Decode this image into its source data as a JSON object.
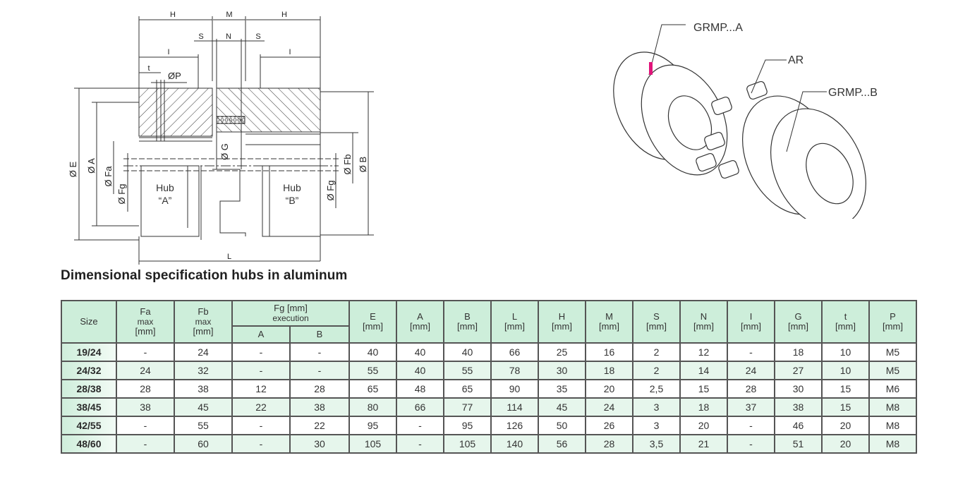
{
  "drawing": {
    "dimension_labels": {
      "H_left": "H",
      "M": "M",
      "H_right": "H",
      "S_left": "S",
      "N": "N",
      "S_right": "S",
      "I_left": "I",
      "I_right": "I",
      "t": "t",
      "P": "ØP",
      "E": "Ø E",
      "A": "Ø A",
      "Fa": "Ø Fa",
      "Fg_left": "Ø Fg",
      "G": "Ø G",
      "Fb": "Ø Fb",
      "B": "Ø B",
      "Fg_right": "Ø Fg",
      "L": "L"
    },
    "hub_a": {
      "line1": "Hub",
      "line2": "“A”"
    },
    "hub_b": {
      "line1": "Hub",
      "line2": "“B”"
    }
  },
  "isometric": {
    "callouts": {
      "hub_a": "GRMP...A",
      "spider": "AR",
      "hub_b": "GRMP...B"
    },
    "marker_color": "#e0147a"
  },
  "title": "Dimensional specification hubs in aluminum",
  "table": {
    "headers": {
      "size": "Size",
      "fa": {
        "line1": "Fa",
        "line2": "max",
        "line3": "[mm]"
      },
      "fb": {
        "line1": "Fb",
        "line2": "max",
        "line3": "[mm]"
      },
      "fg": {
        "line1": "Fg [mm]",
        "line2": "execution",
        "a": "A",
        "b": "B"
      },
      "cols": [
        {
          "name": "E",
          "unit": "[mm]"
        },
        {
          "name": "A",
          "unit": "[mm]"
        },
        {
          "name": "B",
          "unit": "[mm]"
        },
        {
          "name": "L",
          "unit": "[mm]"
        },
        {
          "name": "H",
          "unit": "[mm]"
        },
        {
          "name": "M",
          "unit": "[mm]"
        },
        {
          "name": "S",
          "unit": "[mm]"
        },
        {
          "name": "N",
          "unit": "[mm]"
        },
        {
          "name": "I",
          "unit": "[mm]"
        },
        {
          "name": "G",
          "unit": "[mm]"
        },
        {
          "name": "t",
          "unit": "[mm]"
        },
        {
          "name": "P",
          "unit": "[mm]"
        }
      ]
    },
    "rows": [
      [
        "19/24",
        "-",
        "24",
        "-",
        "-",
        "40",
        "40",
        "40",
        "66",
        "25",
        "16",
        "2",
        "12",
        "-",
        "18",
        "10",
        "M5"
      ],
      [
        "24/32",
        "24",
        "32",
        "-",
        "-",
        "55",
        "40",
        "55",
        "78",
        "30",
        "18",
        "2",
        "14",
        "24",
        "27",
        "10",
        "M5"
      ],
      [
        "28/38",
        "28",
        "38",
        "12",
        "28",
        "65",
        "48",
        "65",
        "90",
        "35",
        "20",
        "2,5",
        "15",
        "28",
        "30",
        "15",
        "M6"
      ],
      [
        "38/45",
        "38",
        "45",
        "22",
        "38",
        "80",
        "66",
        "77",
        "114",
        "45",
        "24",
        "3",
        "18",
        "37",
        "38",
        "15",
        "M8"
      ],
      [
        "42/55",
        "-",
        "55",
        "-",
        "22",
        "95",
        "-",
        "95",
        "126",
        "50",
        "26",
        "3",
        "20",
        "-",
        "46",
        "20",
        "M8"
      ],
      [
        "48/60",
        "-",
        "60",
        "-",
        "30",
        "105",
        "-",
        "105",
        "140",
        "56",
        "28",
        "3,5",
        "21",
        "-",
        "51",
        "20",
        "M8"
      ]
    ],
    "colors": {
      "header_bg": "#cdeeda",
      "alt_row_bg": "#e6f6ec",
      "border": "#555555"
    }
  }
}
